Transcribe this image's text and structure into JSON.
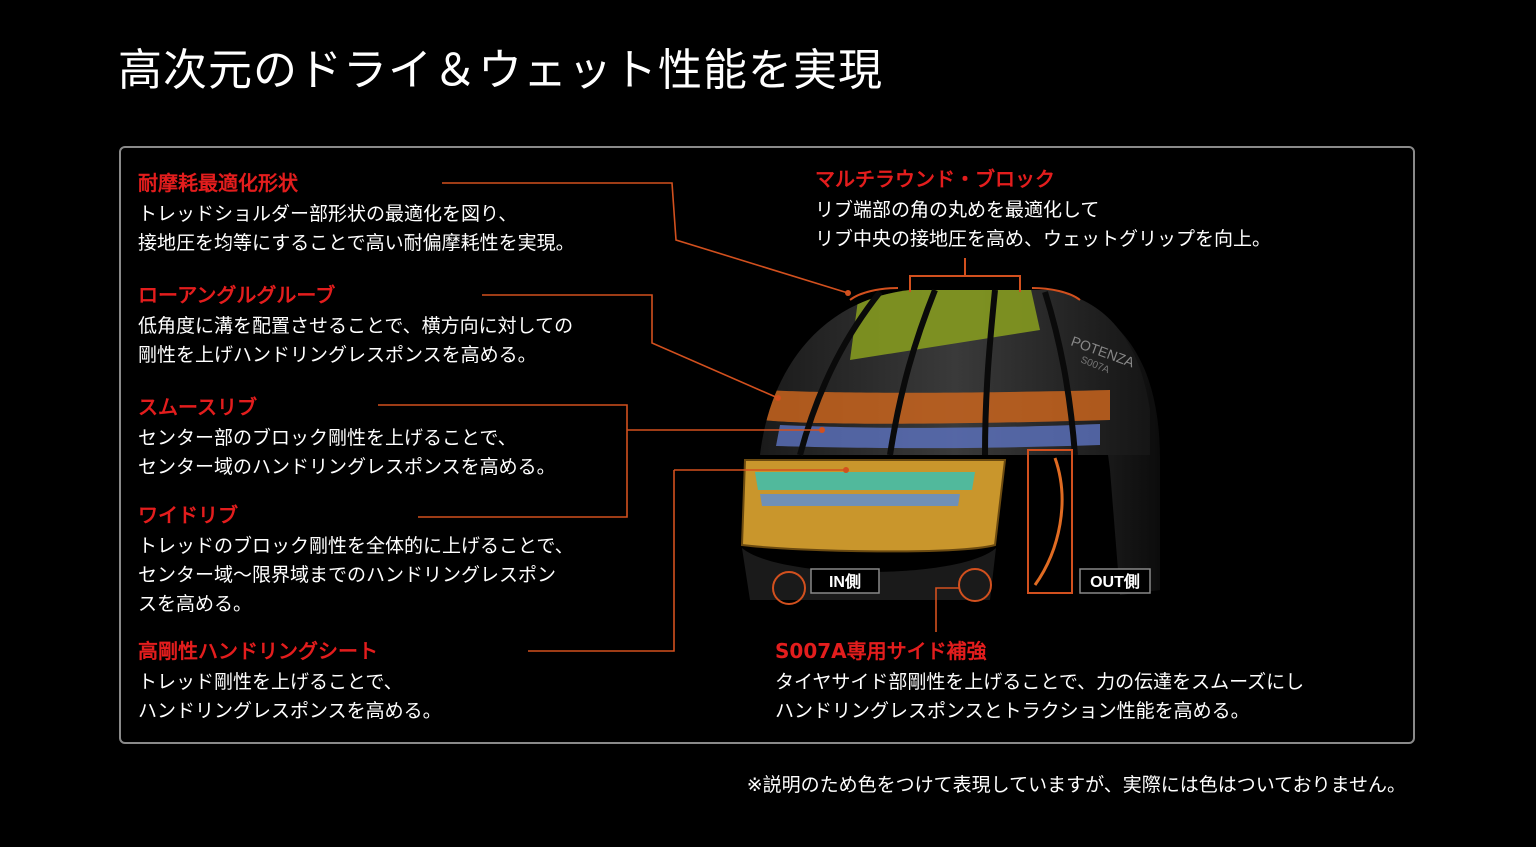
{
  "title": "高次元のドライ＆ウェット性能を実現",
  "items": [
    {
      "heading": "耐摩耗最適化形状",
      "desc": "トレッドショルダー部形状の最適化を図り、\n接地圧を均等にすることで高い耐偏摩耗性を実現。"
    },
    {
      "heading": "ローアングルグルーブ",
      "desc": "低角度に溝を配置させることで、横方向に対しての\n剛性を上げハンドリングレスポンスを高める。"
    },
    {
      "heading": "スムースリブ",
      "desc": "センター部のブロック剛性を上げることで、\nセンター域のハンドリングレスポンスを高める。"
    },
    {
      "heading": "ワイドリブ",
      "desc": "トレッドのブロック剛性を全体的に上げることで、\nセンター域〜限界域までのハンドリングレスポン\nスを高める。"
    },
    {
      "heading": "高剛性ハンドリングシート",
      "desc": "トレッド剛性を上げることで、\nハンドリングレスポンスを高める。"
    },
    {
      "heading": "マルチラウンド・ブロック",
      "desc": "リブ端部の角の丸めを最適化して\nリブ中央の接地圧を高め、ウェットグリップを向上。"
    },
    {
      "heading": "S007A専用サイド補強",
      "desc": "タイヤサイド部剛性を上げることで、力の伝達をスムーズにし\nハンドリングレスポンスとトラクション性能を高める。"
    }
  ],
  "tire": {
    "sidewall_brand": "POTENZA",
    "sidewall_model": "S007A",
    "in_label": "IN側",
    "out_label": "OUT側"
  },
  "footnote": "※説明のため色をつけて表現していますが、実際には色はついておりません。",
  "colors": {
    "accent_red": "#e31d1d",
    "leader_line": "#d2501e",
    "panel_border": "#8a8a8a",
    "highlight_green": "#8aa01e",
    "highlight_orange": "#c8641e",
    "highlight_blue": "#5a6fb8",
    "highlight_cyan": "#3cc0b0",
    "highlight_gold": "#c9962c"
  }
}
